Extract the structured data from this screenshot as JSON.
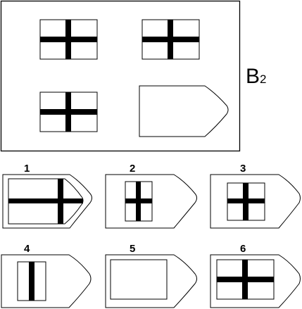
{
  "puzzle": {
    "label_main": "B",
    "label_sub": "2"
  },
  "options": [
    {
      "number": "1"
    },
    {
      "number": "2"
    },
    {
      "number": "3"
    },
    {
      "number": "4"
    },
    {
      "number": "5"
    },
    {
      "number": "6"
    }
  ],
  "colors": {
    "stroke": "#000000",
    "background": "#ffffff"
  }
}
